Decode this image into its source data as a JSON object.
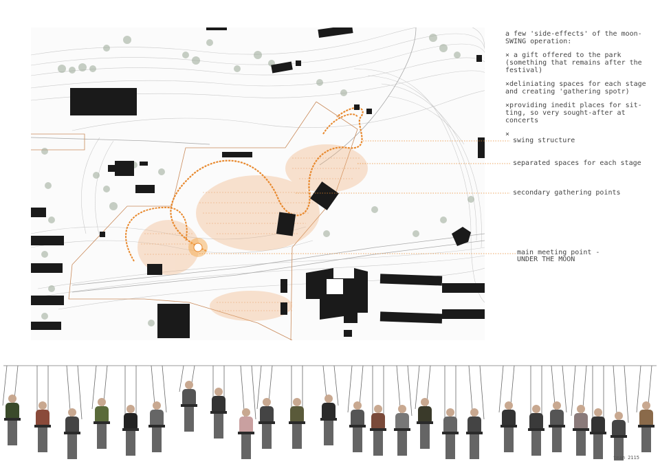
{
  "notes": {
    "intro": "a few 'side-effects' of the moon-SWING operation:",
    "point1": "× a gift offered to the park (something that remains after the festival)",
    "point2": "×deliniating spaces for each stage and creating 'gathering spotr)",
    "point3": "×providing inedit places for sit-ting, so very sought-after at concerts",
    "point4": "×"
  },
  "labels": {
    "swing_structure": "swing structure",
    "separated_spaces": "separated spaces for each stage",
    "secondary_points": "secondary gathering points",
    "main_point_line1": "main meeting point -",
    "main_point_line2": "UNDER THE MOON"
  },
  "credit": "team 2115",
  "colors": {
    "accent": "#e8892e",
    "building": "#1a1a1a",
    "contour": "#bdbdbd",
    "tree": "#8a9a86"
  },
  "icons": {
    "map": "site-plan",
    "swings": "swing-people-collage"
  }
}
